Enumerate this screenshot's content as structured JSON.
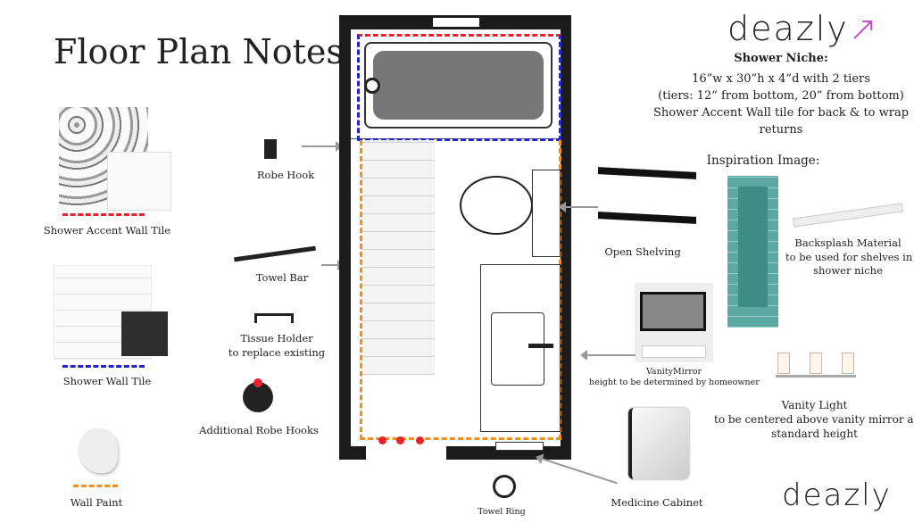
{
  "title": "Floor Plan Notes",
  "brand": "deazly",
  "left_items": [
    {
      "label": "Shower Accent Wall Tile",
      "line_color": "#e8222b"
    },
    {
      "label": "Shower Wall Tile",
      "line_color": "#2525c8"
    },
    {
      "label": "Wall Paint",
      "line_color": "#f0901e"
    }
  ],
  "fixtures": {
    "robe_hook": "Robe Hook",
    "towel_bar": "Towel Bar",
    "tissue_holder": "Tissue Holder",
    "tissue_note": "to replace existing",
    "additional_robe_hooks": "Additional Robe Hooks",
    "towel_ring": "Towel Ring",
    "medicine_cabinet": "Medicine Cabinet",
    "open_shelving": "Open Shelving"
  },
  "niche": {
    "heading": "Shower Niche:",
    "line1": "16”w x 30”h x 4”d with 2 tiers",
    "line2": "(tiers: 12” from bottom, 20” from bottom)",
    "line3": "Shower Accent Wall tile for back & to wrap",
    "line4": "returns"
  },
  "inspiration": "Inspiration Image:",
  "backsplash": {
    "l1": "Backsplash Material",
    "l2": "to be used for shelves in",
    "l3": "shower niche"
  },
  "mirror": {
    "l1": "VanityMirror",
    "l2": "height to be determined by homeowner"
  },
  "light": {
    "l1": "Vanity Light",
    "l2": "to be centered above vanity mirror at",
    "l3": "standard height"
  },
  "colors": {
    "accent": "#c33fd6",
    "red": "#e8222b",
    "blue": "#2525c8",
    "orange": "#f0901e"
  }
}
